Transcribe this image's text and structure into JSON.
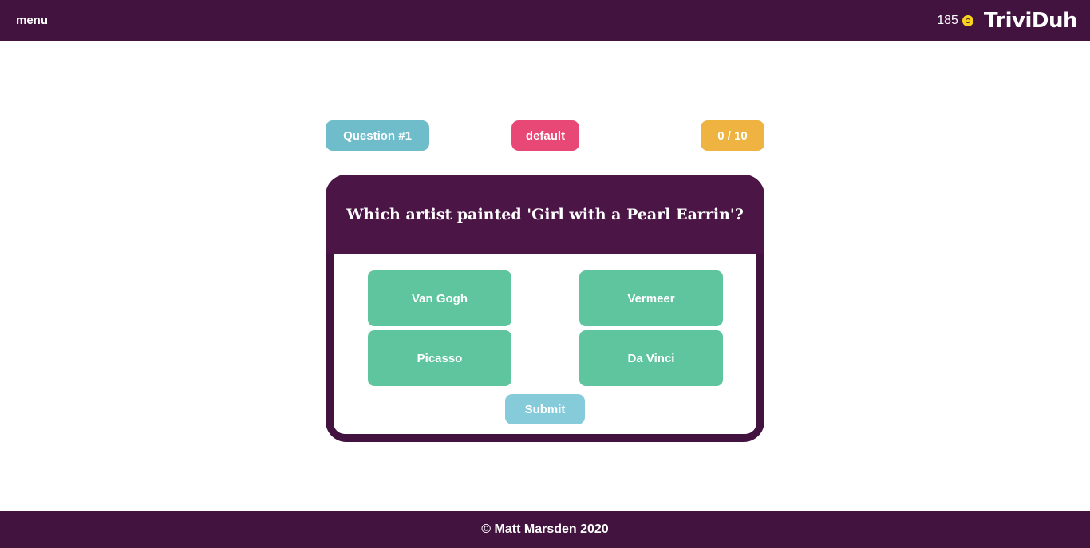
{
  "header": {
    "menu_label": "menu",
    "coins": "185",
    "coin_icon": "coin-icon",
    "logo": "TriviDuh"
  },
  "badges": {
    "question": "Question #1",
    "category": "default",
    "score": "0 / 10"
  },
  "question": {
    "text": "Which artist painted 'Girl with a Pearl Earrin'?",
    "answers": [
      "Van Gogh",
      "Vermeer",
      "Picasso",
      "Da Vinci"
    ],
    "submit_label": "Submit"
  },
  "footer": {
    "text": "© Matt Marsden 2020"
  },
  "colors": {
    "primary": "#42133f",
    "answer": "#5ec59f",
    "question_badge": "#6fbccb",
    "category_badge": "#e84876",
    "score_badge": "#eeb340",
    "submit": "#86cbd9",
    "coin": "#f7d21e"
  }
}
